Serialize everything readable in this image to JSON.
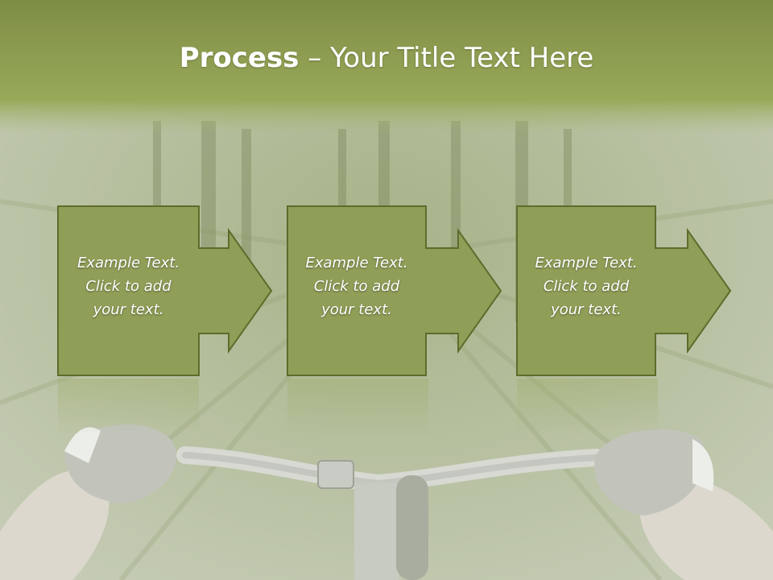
{
  "slide": {
    "title_bold": "Process",
    "title_rest": " – Your Title Text Here"
  },
  "steps": [
    {
      "line1": "Example Text.",
      "line2": "Click  to add",
      "line3": "your text."
    },
    {
      "line1": "Example Text.",
      "line2": "Click  to add",
      "line3": "your text."
    },
    {
      "line1": "Example Text.",
      "line2": "Click  to add",
      "line3": "your text."
    }
  ],
  "colors": {
    "box_fill": "#8f9f58",
    "box_border": "#5e6c2c",
    "banner": "#8b9c4f"
  }
}
